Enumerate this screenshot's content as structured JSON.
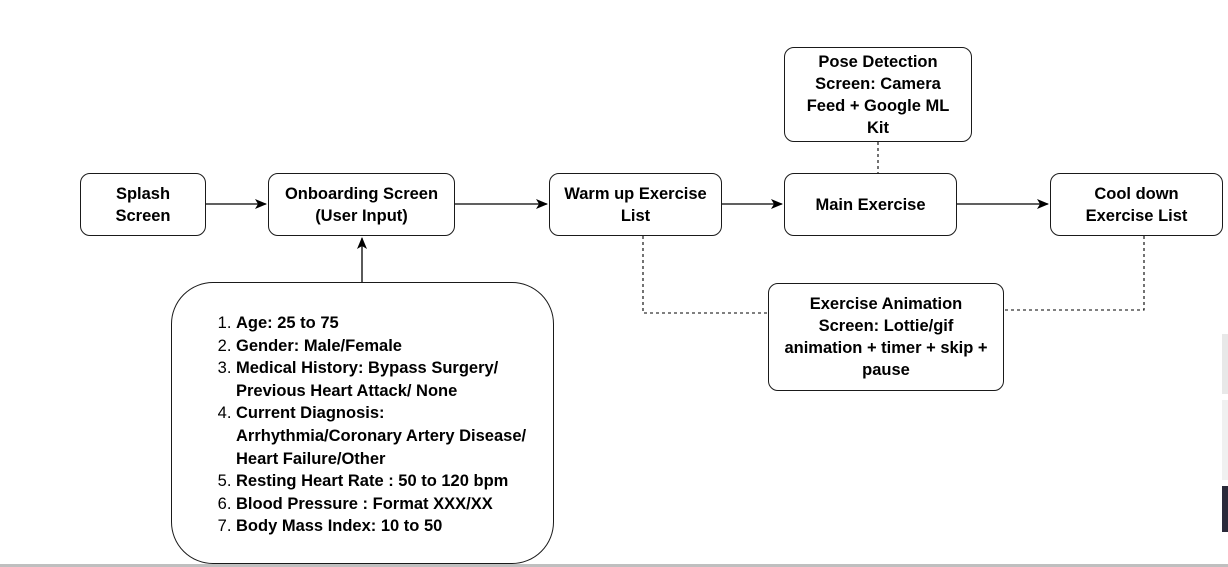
{
  "diagram": {
    "nodes": {
      "splash": {
        "lines": [
          "Splash",
          "Screen"
        ]
      },
      "onboarding": {
        "lines": [
          "Onboarding Screen",
          "(User Input)"
        ]
      },
      "warmup": {
        "lines": [
          "Warm up Exercise",
          "List"
        ]
      },
      "main": {
        "lines": [
          "Main Exercise"
        ]
      },
      "cooldown": {
        "lines": [
          "Cool down",
          "Exercise List"
        ]
      },
      "pose": {
        "lines": [
          "Pose Detection",
          "Screen: Camera",
          "Feed + Google ML",
          "Kit"
        ]
      },
      "animation": {
        "lines": [
          "Exercise Animation",
          "Screen: Lottie/gif",
          "animation + timer + skip +",
          "pause"
        ]
      }
    },
    "user_inputs": [
      "Age: 25 to 75",
      "Gender: Male/Female",
      "Medical History: Bypass Surgery/ Previous Heart Attack/ None",
      "Current Diagnosis: Arrhythmia/Coronary Artery Disease/ Heart Failure/Other",
      "Resting Heart Rate : 50 to 120 bpm",
      "Blood Pressure : Format XXX/XX",
      "Body Mass Index: 10 to 50"
    ],
    "edges": [
      {
        "from": "splash",
        "to": "onboarding",
        "style": "solid-arrow"
      },
      {
        "from": "onboarding",
        "to": "warmup",
        "style": "solid-arrow"
      },
      {
        "from": "warmup",
        "to": "main",
        "style": "solid-arrow"
      },
      {
        "from": "main",
        "to": "cooldown",
        "style": "solid-arrow"
      },
      {
        "from": "user_inputs",
        "to": "onboarding",
        "style": "solid-arrow"
      },
      {
        "from": "pose",
        "to": "main",
        "style": "dashed"
      },
      {
        "from": "warmup",
        "to": "animation",
        "style": "dashed"
      },
      {
        "from": "cooldown",
        "to": "animation",
        "style": "dashed"
      }
    ]
  }
}
